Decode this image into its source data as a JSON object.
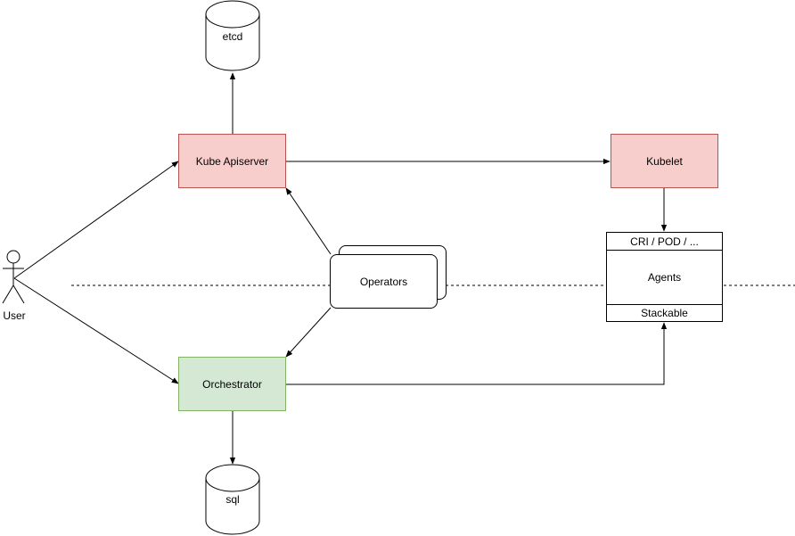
{
  "nodes": {
    "etcd": "etcd",
    "kube_apiserver": "Kube Apiserver",
    "kubelet": "Kubelet",
    "user": "User",
    "operators": "Operators",
    "orchestrator": "Orchestrator",
    "sql": "sql",
    "agents_stack": {
      "top": "CRI / POD / ...",
      "middle": "Agents",
      "bottom": "Stackable"
    }
  },
  "colors": {
    "red_fill": "#f8cecc",
    "red_stroke": "#b85450",
    "green_fill": "#d5e8d4",
    "green_stroke": "#82b366"
  }
}
